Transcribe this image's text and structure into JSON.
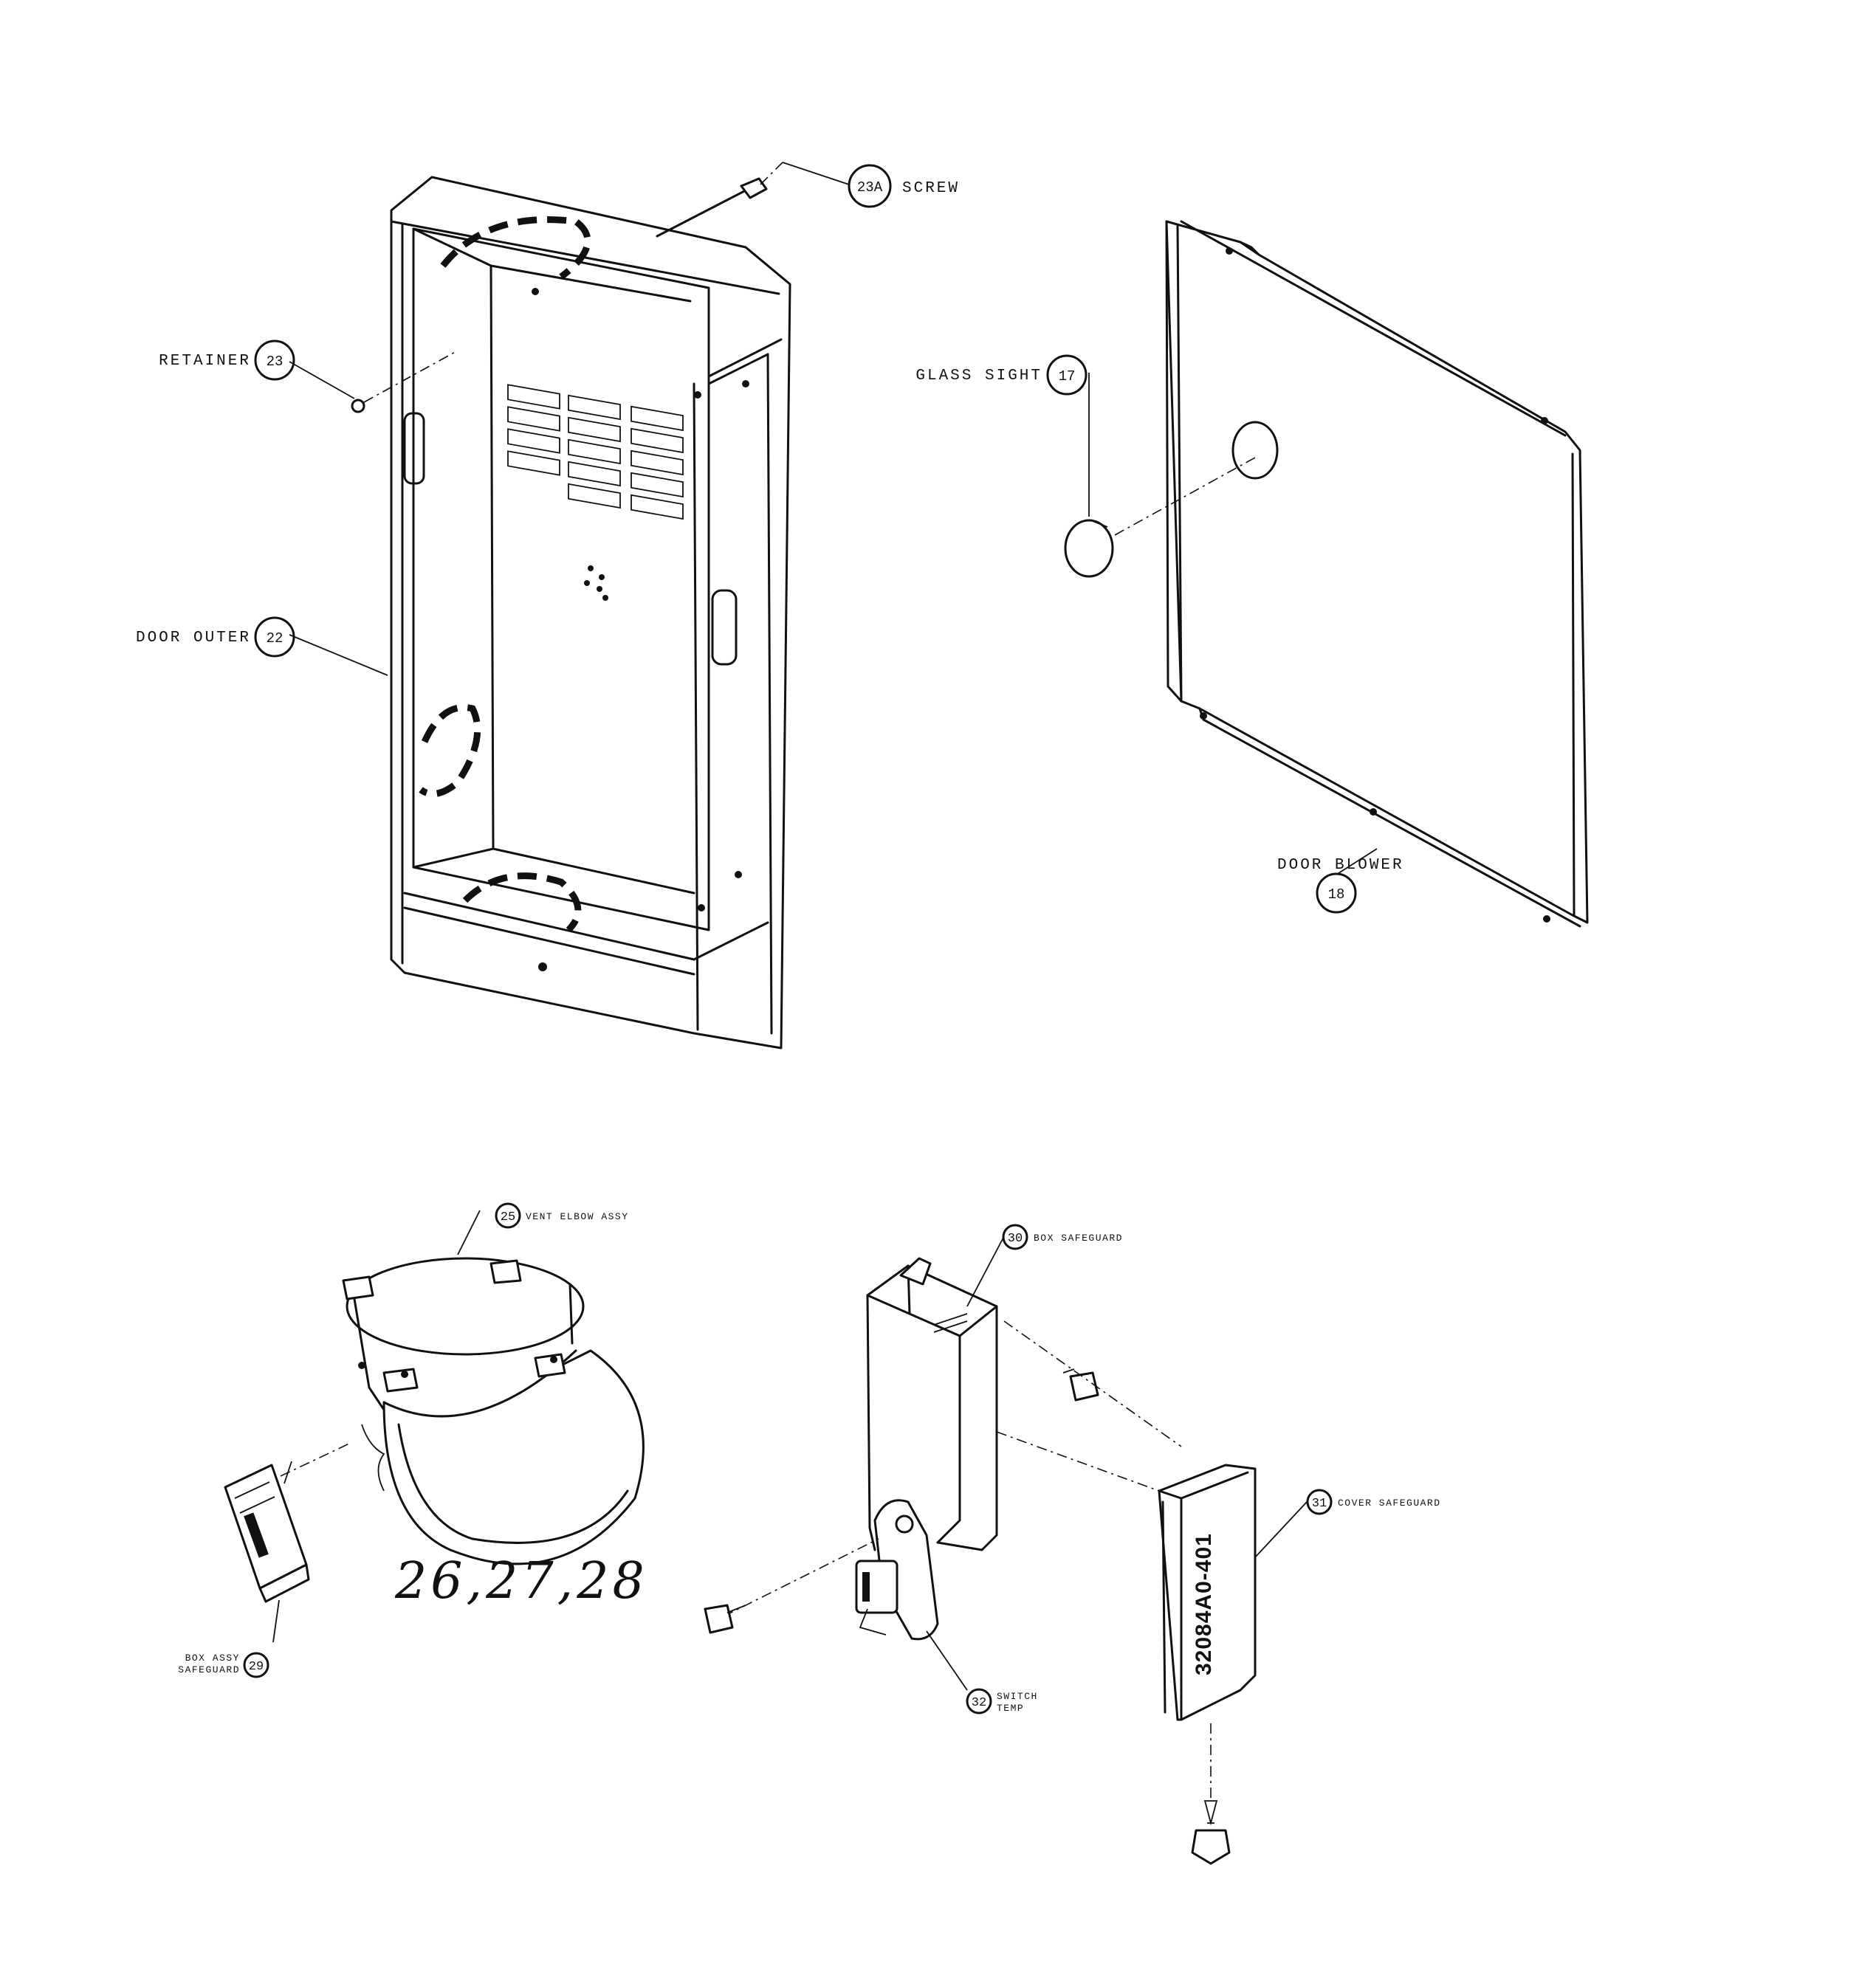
{
  "drawing": {
    "callouts": [
      {
        "id": "23A",
        "label": "SCREW"
      },
      {
        "id": "23",
        "label": "RETAINER"
      },
      {
        "id": "22",
        "label": "DOOR OUTER"
      },
      {
        "id": "17",
        "label": "GLASS SIGHT"
      },
      {
        "id": "18",
        "label": "DOOR BLOWER"
      },
      {
        "id": "25",
        "label": "VENT ELBOW ASSY"
      },
      {
        "id": "29",
        "label_line1": "BOX ASSY",
        "label_line2": "SAFEGUARD"
      },
      {
        "id": "30",
        "label": "BOX SAFEGUARD"
      },
      {
        "id": "31",
        "label": "COVER SAFEGUARD"
      },
      {
        "id": "32",
        "label_line1": "SWITCH",
        "label_line2": "TEMP"
      }
    ],
    "handwritten_note": "26,27,28",
    "cover_part_number": "32084A0-401"
  }
}
